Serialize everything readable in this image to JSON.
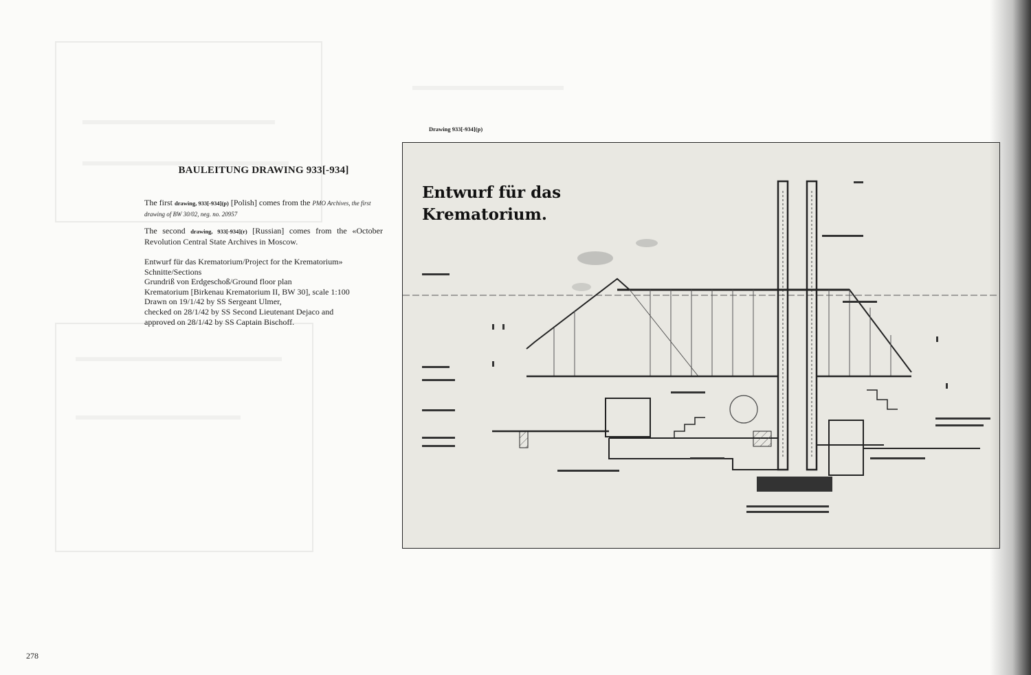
{
  "page": {
    "heading": "BAULEITUNG DRAWING 933[-934]",
    "para1": {
      "a": "The first ",
      "b": "drawing, 933[-934](p)",
      "c": " [Polish] comes from the ",
      "d": "PMO Archives, the first drawing of BW 30/02, neg. no. 20957"
    },
    "para2": {
      "a": "The second ",
      "b": "drawing, 933[-934](r)",
      "c": " [Russian] comes from the «October Revolution  Central State Archives in Moscow."
    },
    "details": [
      "Entwurf für das Krematorium/Project for the Krematorium»",
      "Schnitte/Sections",
      "Grundriß von Erdgeschoß/Ground floor plan",
      "Krematorium [Birkenau Krematorium II, BW 30], scale 1:100",
      "Drawn on 19/1/42 by SS Sergeant Ulmer,",
      "checked on 28/1/42 by SS Second Lieutenant Dejaco and",
      "approved on 28/1/42 by SS Captain Bischoff."
    ],
    "caption": "Drawing 933[-934](p)",
    "drawing_title": [
      "Entwurf für das",
      "Krematorium."
    ],
    "page_number": "278"
  }
}
